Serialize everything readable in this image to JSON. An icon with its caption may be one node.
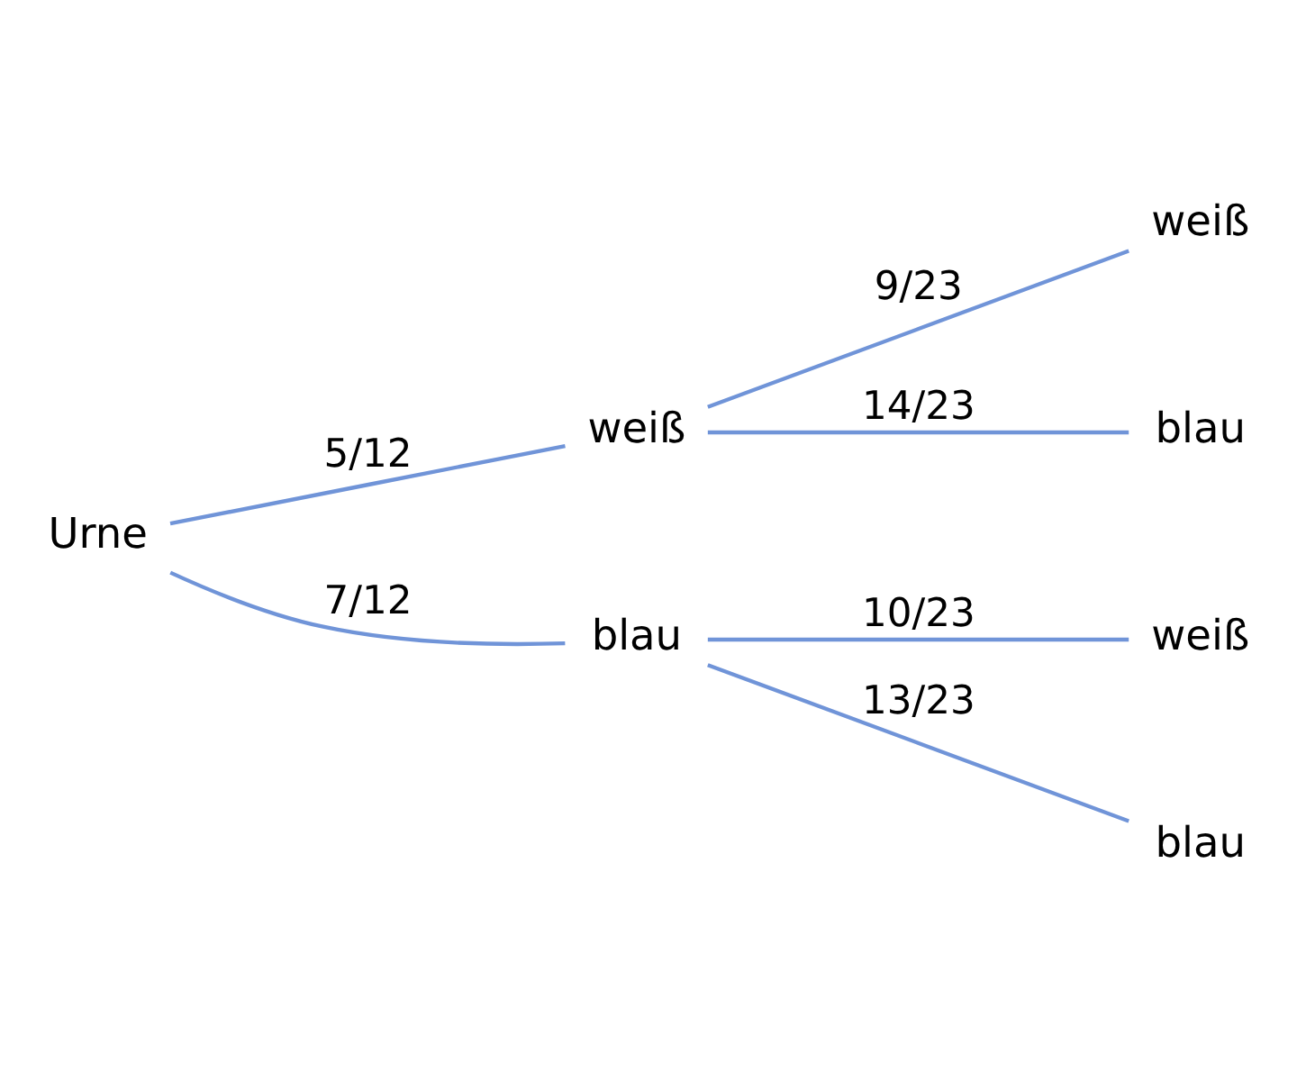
{
  "diagram": {
    "nodes": [
      {
        "text": [
          "Urne"
        ]
      },
      {
        "text": [
          "weiß"
        ]
      },
      {
        "text": [
          "blau"
        ]
      },
      {
        "text": [
          "weiß"
        ]
      },
      {
        "text": [
          "blau"
        ]
      },
      {
        "text": [
          "weiß"
        ]
      },
      {
        "text": [
          "blau"
        ]
      }
    ],
    "edges": [
      {
        "from": 0,
        "to": 1,
        "arrow": "none",
        "label": "5/12"
      },
      {
        "from": 0,
        "to": 2,
        "arrow": "none",
        "label": "7/12"
      },
      {
        "from": 1,
        "to": 3,
        "arrow": "none",
        "label": "9/23"
      },
      {
        "from": 1,
        "to": 4,
        "arrow": "none",
        "label": "14/23"
      },
      {
        "from": 2,
        "to": 5,
        "arrow": "none",
        "label": "10/23"
      },
      {
        "from": 2,
        "to": 6,
        "arrow": "none",
        "label": "13/23"
      }
    ]
  }
}
